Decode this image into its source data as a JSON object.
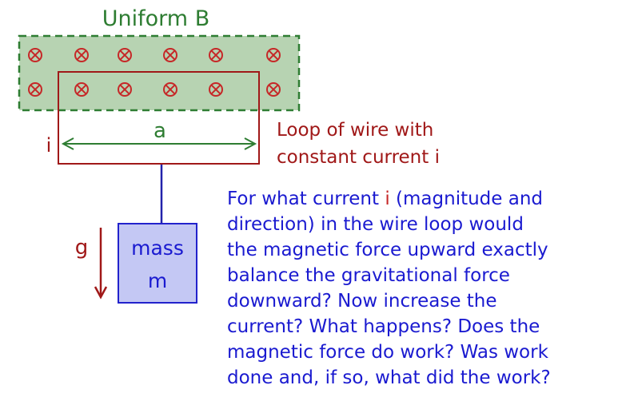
{
  "field": {
    "title": "Uniform B",
    "symbol": "⊗",
    "symbol_meaning": "magnetic field into the page",
    "fill_color": "#b7d3b2",
    "border_color": "#2e7d32",
    "symbol_color": "#c62828"
  },
  "loop": {
    "current_label": "i",
    "width_label": "a",
    "description_lines": [
      "Loop of wire with",
      "constant current i"
    ],
    "wire_color": "#a01818",
    "dimension_color": "#2e7d32"
  },
  "mass": {
    "lines": [
      "mass",
      "m"
    ],
    "fill_color": "#c4c8f4",
    "border_color": "#2222cc",
    "string_color": "#2222aa"
  },
  "gravity": {
    "label": "g",
    "color": "#a01818"
  },
  "question": {
    "highlight_word": "i",
    "line1_prefix": "For what current ",
    "line1_suffix": " (magnitude and",
    "lines": [
      "direction) in the wire loop would",
      "the magnetic force upward exactly",
      "balance the gravitational force",
      "downward?  Now increase the",
      "current?  What happens?  Does the",
      "magnetic force do work?  Was work",
      "done and, if so, what did the work?"
    ],
    "text_color": "#1a1ad0",
    "highlight_color": "#c62828"
  }
}
